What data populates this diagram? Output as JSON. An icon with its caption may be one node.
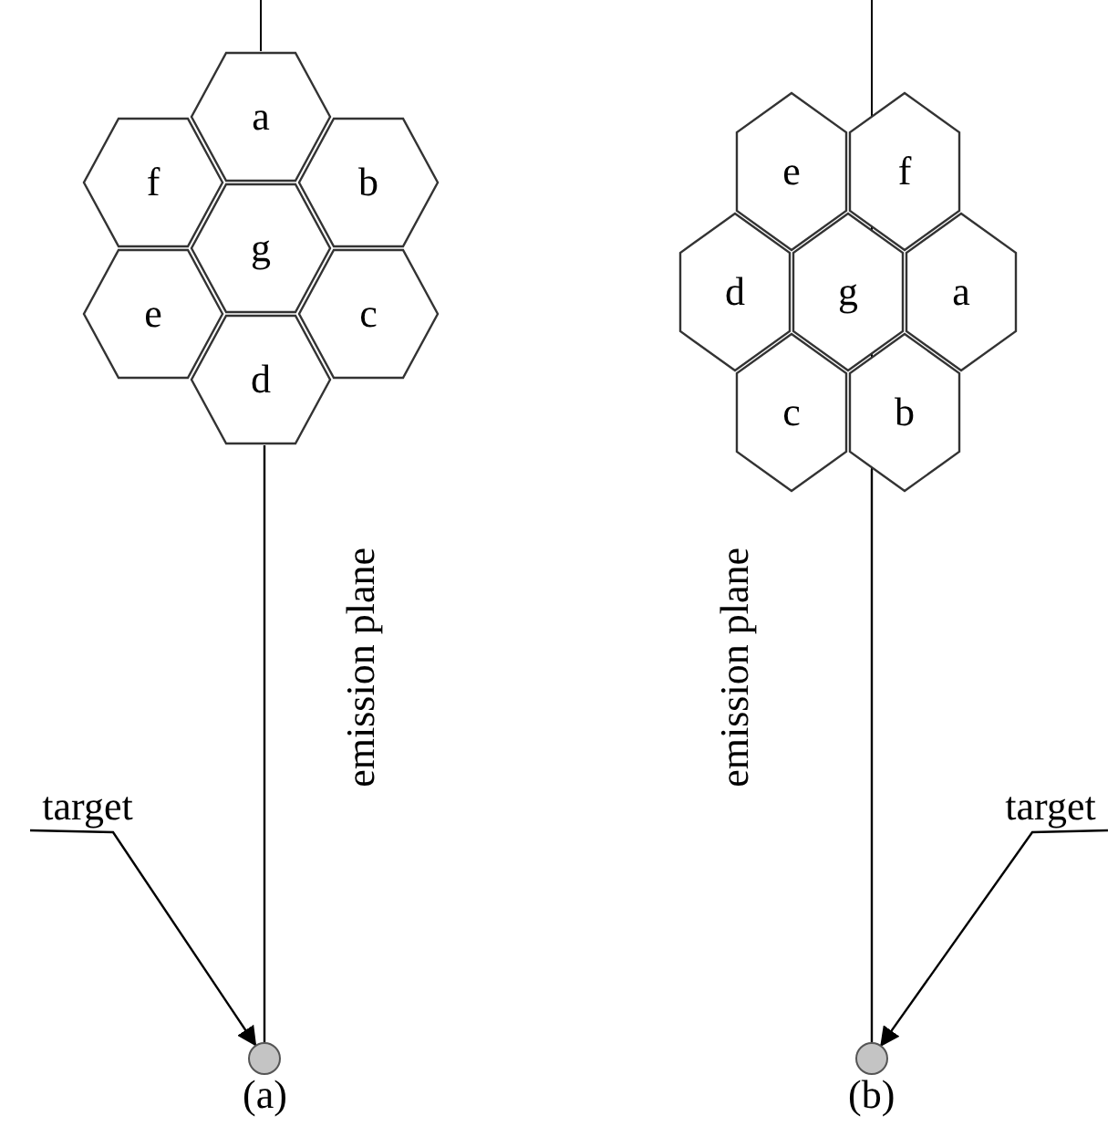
{
  "diagram": {
    "nodes": [
      {
        "text": [
          "a"
        ]
      },
      {
        "text": [
          "f"
        ]
      },
      {
        "text": [
          "b"
        ]
      },
      {
        "text": [
          "g"
        ]
      },
      {
        "text": [
          "e"
        ]
      },
      {
        "text": [
          "c"
        ]
      },
      {
        "text": [
          "d"
        ]
      },
      {
        "text": [
          "target"
        ]
      },
      {
        "text": [],
        "shape": "circle"
      },
      {
        "text": [
          "e"
        ]
      },
      {
        "text": [
          "f"
        ]
      },
      {
        "text": [
          "d"
        ]
      },
      {
        "text": [
          "g"
        ]
      },
      {
        "text": [
          "a"
        ]
      },
      {
        "text": [
          "c"
        ]
      },
      {
        "text": [
          "b"
        ]
      },
      {
        "text": [
          "target"
        ]
      },
      {
        "text": [],
        "shape": "circle"
      }
    ],
    "edges": [
      {
        "from": 7,
        "to": 8,
        "arrow": "to"
      },
      {
        "from": 16,
        "to": 17,
        "arrow": "to"
      },
      {
        "from": 6,
        "to": 8,
        "arrow": "none"
      },
      {
        "from": 15,
        "to": 17,
        "arrow": "none"
      }
    ],
    "labels": [
      "emission plane",
      "emission plane",
      "(a)",
      "(b)"
    ]
  }
}
